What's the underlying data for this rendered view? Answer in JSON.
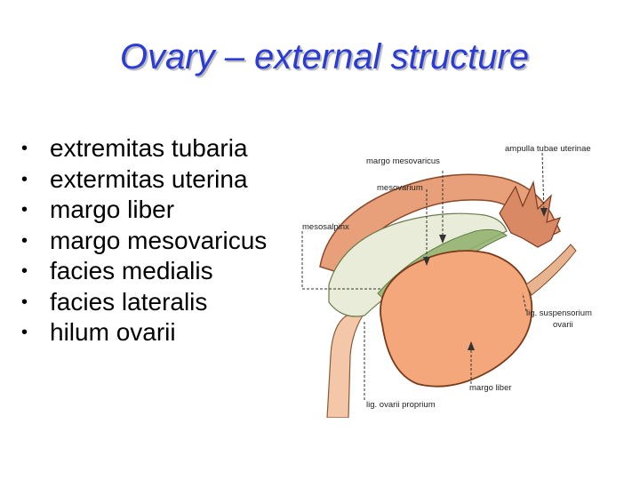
{
  "slide": {
    "title": "Ovary – external structure",
    "bullets": [
      "extremitas tubaria",
      "extermitas uterina",
      "margo liber",
      "margo mesovaricus",
      "facies medialis",
      "facies lateralis",
      "hilum ovarii"
    ]
  },
  "figure": {
    "labels": {
      "margo_mesovaricus": "margo mesovaricus",
      "mesovarium": "mesovarium",
      "ampulla": "ampulla tubae uterinae",
      "mesosalpinx": "mesosalpinx",
      "lig_suspensorium_1": "lig. suspensorium",
      "lig_suspensorium_2": "ovarii",
      "margo_liber": "margo liber",
      "lig_ovarii_proprium": "lig. ovarii proprium"
    },
    "colors": {
      "ovary": "#f4a77a",
      "tube": "#e8a07a",
      "mesosalpinx": "#e8ecd8",
      "green": "#8fb06a",
      "title": "#2b3bd6"
    }
  }
}
